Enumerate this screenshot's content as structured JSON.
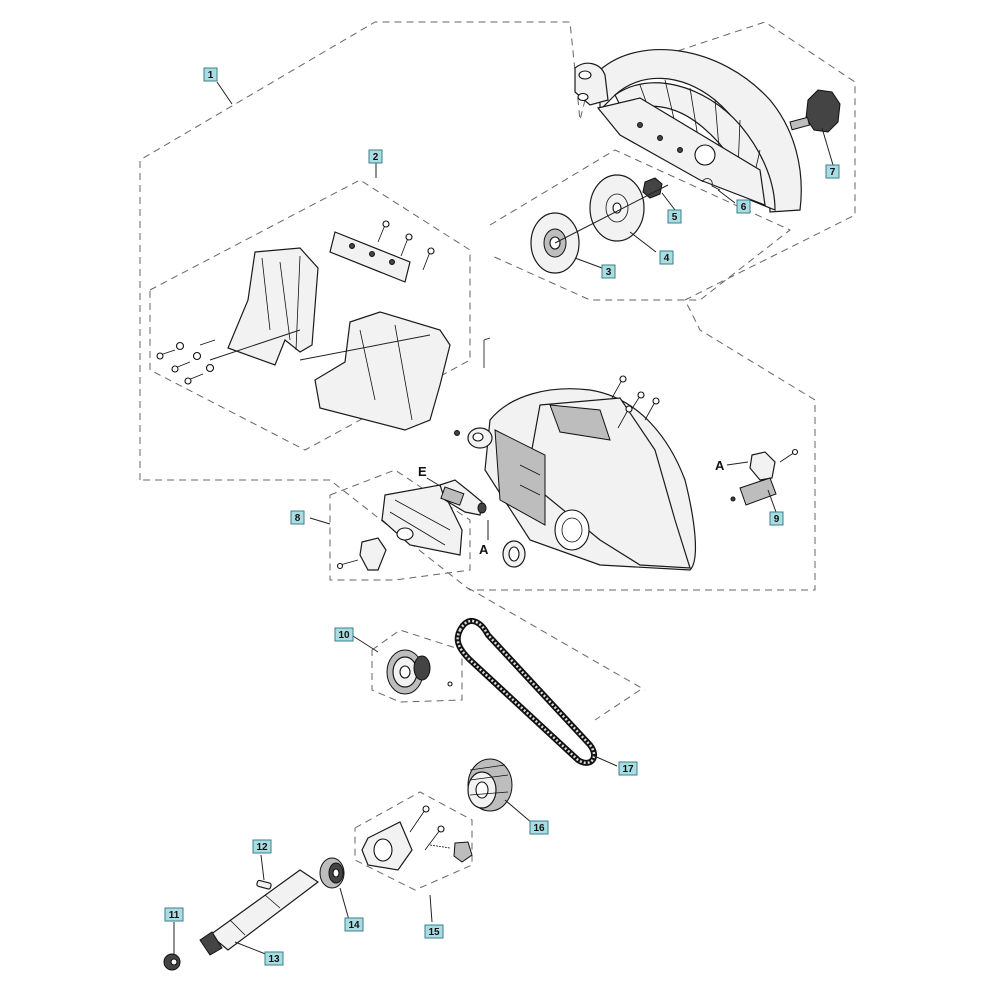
{
  "callouts": [
    {
      "id": "c1",
      "label": "1"
    },
    {
      "id": "c2",
      "label": "2"
    },
    {
      "id": "c3",
      "label": "3"
    },
    {
      "id": "c4",
      "label": "4"
    },
    {
      "id": "c5",
      "label": "5"
    },
    {
      "id": "c6",
      "label": "6"
    },
    {
      "id": "c7",
      "label": "7"
    },
    {
      "id": "c8",
      "label": "8"
    },
    {
      "id": "c9",
      "label": "9"
    },
    {
      "id": "c10",
      "label": "10"
    },
    {
      "id": "c11",
      "label": "11"
    },
    {
      "id": "c12",
      "label": "12"
    },
    {
      "id": "c13",
      "label": "13"
    },
    {
      "id": "c14",
      "label": "14"
    },
    {
      "id": "c15",
      "label": "15"
    },
    {
      "id": "c16",
      "label": "16"
    },
    {
      "id": "c17",
      "label": "17"
    }
  ],
  "letters": {
    "e": "E",
    "a_bracket": "A",
    "a_hose": "A"
  },
  "colors": {
    "callout_fill": "#a9dde3",
    "callout_border": "#3a7f8a"
  }
}
